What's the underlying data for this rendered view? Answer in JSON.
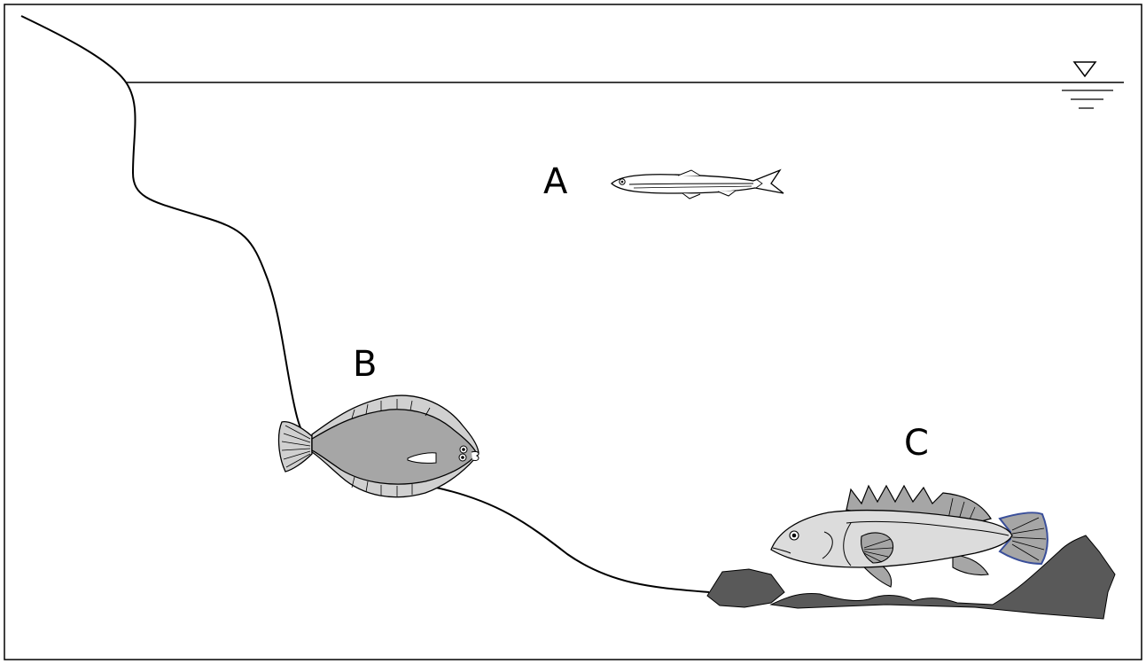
{
  "diagram": {
    "labels": {
      "a": "A",
      "b": "B",
      "c": "C"
    }
  },
  "colors": {
    "outline": "#000000",
    "water_background": "#ffffff",
    "rock": "#595959",
    "flatfish_body": "#a6a6a6",
    "flatfish_fin": "#d0d0d0",
    "rockfish_body": "#dcdcdc",
    "rockfish_fin": "#a6a6a6",
    "rockfish_tail_edge": "#3a4f9a"
  }
}
